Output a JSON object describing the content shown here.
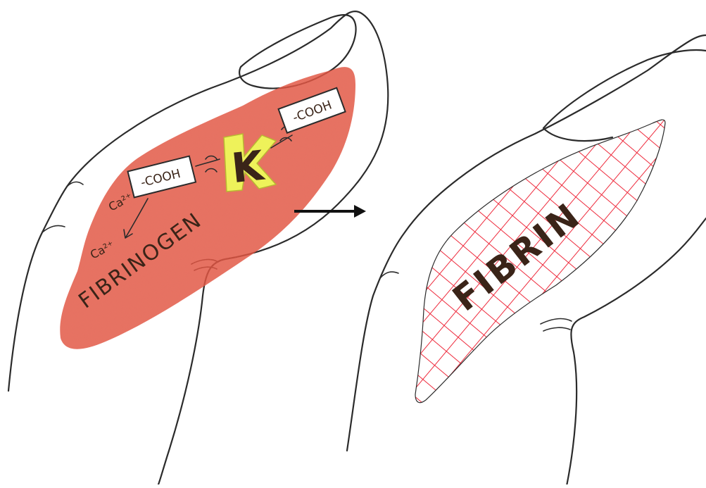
{
  "left_panel": {
    "region_label": "FIBRINOGEN",
    "enzyme_label": "K",
    "group_label_1": "-COOH",
    "group_label_2": "-COOH",
    "ion_label_1": "Ca²⁺",
    "ion_label_2": "Ca²⁺"
  },
  "right_panel": {
    "region_label": "FIBRIN"
  },
  "colors": {
    "clot_fill": "#e2533f",
    "clot_texture": "#c93a2a",
    "enzyme_fill": "#eef25a",
    "mesh_line": "#ee2a3c",
    "outline": "#2b2b2b",
    "arrow": "#111111"
  },
  "icons": {
    "arrow": "right-arrow-icon"
  }
}
